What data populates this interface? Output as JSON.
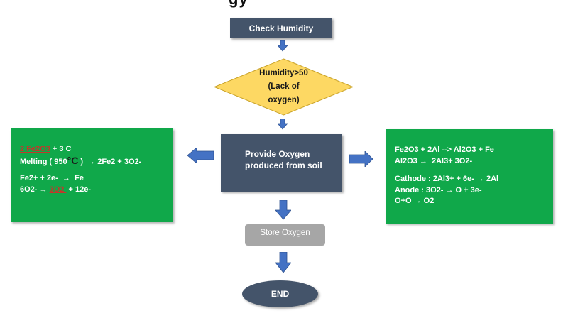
{
  "diagram": {
    "title_fragment": "gy",
    "colors": {
      "dark_node": "#44546a",
      "decision": "#fdd863",
      "decision_border": "#c9a227",
      "green_box": "#10a84a",
      "store_box": "#a6a6a6",
      "arrow": "#4472c4",
      "highlight_red": "#c0392b"
    },
    "nodes": {
      "check_humidity": "Check Humidity",
      "decision": {
        "line1": "Humidity>50",
        "line2": "(Lack of",
        "line3": "oxygen)"
      },
      "provide_oxygen": {
        "line1": "Provide Oxygen",
        "line2": "produced from soil"
      },
      "store_oxygen": "Store Oxygen",
      "end": "END"
    },
    "left_box": {
      "line1_highlight": "2 Fe2O3",
      "line1_rest": " + 3 C",
      "line2_prefix": "Melting ( 950",
      "line2_degree": "°C",
      "line2_suffix": " )  → 2Fe2 + 3O2-",
      "line3": "Fe2+ + 2e-  →  Fe",
      "line4_prefix": "6O2- → ",
      "line4_highlight": "3O2 ",
      "line4_suffix": " + 12e-"
    },
    "right_box": {
      "lines_group1": [
        "Fe2O3 + 2Al --> Al2O3 + Fe",
        "Al2O3 →  2Al3+ 3O2-"
      ],
      "lines_group2": [
        "Cathode : 2Al3+ + 6e- → 2Al",
        "Anode : 3O2- → O + 3e-",
        "O+O → O2"
      ]
    },
    "arrows": [
      "down-arrow",
      "down-arrow",
      "left-arrow",
      "right-arrow",
      "down-arrow",
      "down-arrow"
    ]
  }
}
